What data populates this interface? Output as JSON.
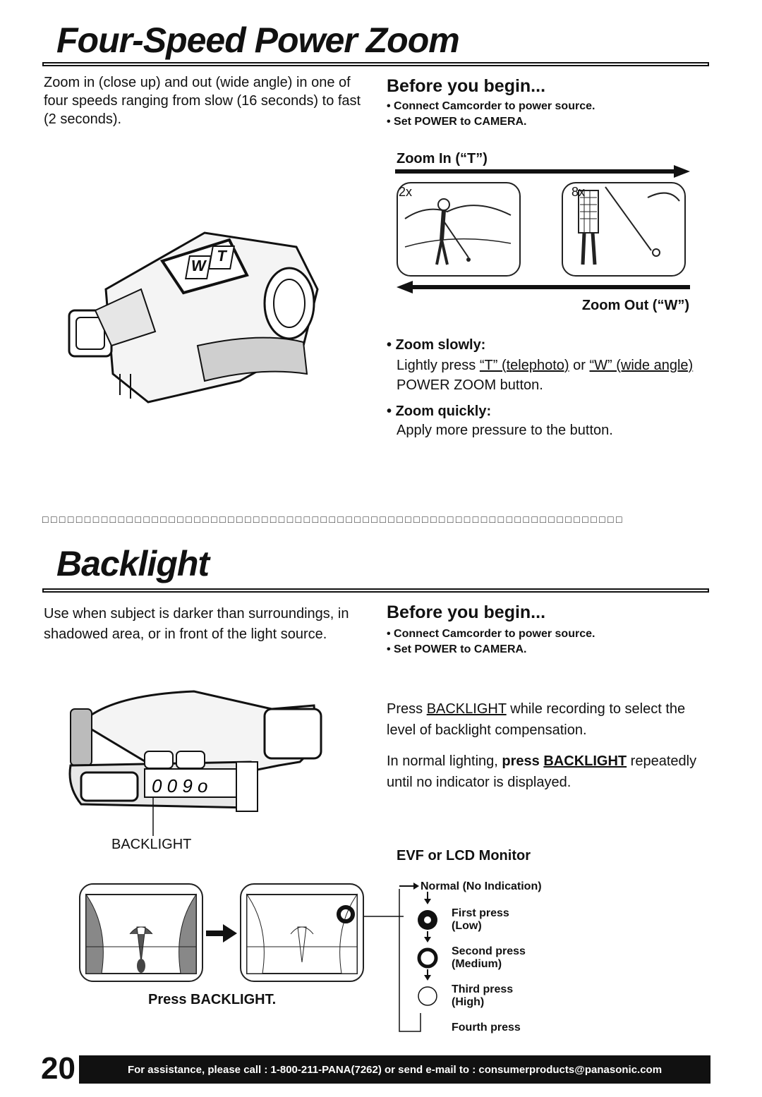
{
  "zoom": {
    "title": "Four-Speed Power Zoom",
    "intro": "Zoom in (close up) and out (wide angle) in one of four speeds ranging from slow (16 seconds) to fast (2 seconds).",
    "before_heading": "Before you begin...",
    "before_items": [
      "Connect Camcorder to power source.",
      "Set POWER to CAMERA."
    ],
    "zoom_in_label": "Zoom In (“T”)",
    "zoom_out_label": "Zoom Out (“W”)",
    "frame_left_tag": "2x",
    "frame_right_tag": "8x",
    "button_w": "W",
    "button_t": "T",
    "slow_heading": "Zoom slowly:",
    "slow_pre": "Lightly press ",
    "slow_t": "“T” (telephoto)",
    "slow_mid": " or ",
    "slow_w": "“W” (wide angle)",
    "slow_post": " POWER ZOOM button.",
    "quick_heading": "Zoom quickly:",
    "quick_text": "Apply more pressure to the button."
  },
  "backlight": {
    "title": "Backlight",
    "intro": "Use when subject is darker than surroundings, in shadowed area, or in front of the light source.",
    "before_heading": "Before you begin...",
    "before_items": [
      "Connect Camcorder to power source.",
      "Set POWER to CAMERA."
    ],
    "p1_pre": "Press ",
    "p1_key": "BACKLIGHT",
    "p1_post": " while recording to select the level of backlight compensation.",
    "p2_pre": "In normal lighting, ",
    "p2_bold": "press ",
    "p2_key": "BACKLIGHT",
    "p2_post": " repeatedly until no indicator is displayed.",
    "camera_label": "BACKLIGHT",
    "press_caption": "Press BACKLIGHT.",
    "monitor_label": "EVF or LCD Monitor",
    "sequence": {
      "normal": "Normal (No Indication)",
      "first": [
        "First press",
        "(Low)"
      ],
      "second": [
        "Second press",
        "(Medium)"
      ],
      "third": [
        "Third press",
        "(High)"
      ],
      "fourth": "Fourth press"
    }
  },
  "footer": {
    "page_number": "20",
    "assistance": "For assistance, please call : 1-800-211-PANA(7262) or send e-mail to : consumerproducts@panasonic.com"
  }
}
